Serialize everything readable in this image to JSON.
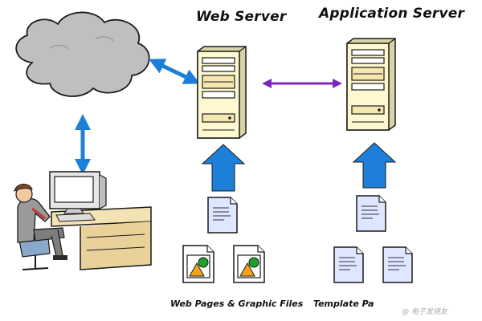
{
  "labels": {
    "web_server": "Web Server",
    "application_server": "Application Server",
    "web_files_caption": "Web Pages & Graphic Files",
    "template_caption": "Template Pa",
    "watermark": "@ 电子发烧友"
  },
  "colors": {
    "cloud": "#bfbfbf",
    "server_body": "#fdf8cf",
    "arrow_blue": "#1e7fd8",
    "arrow_purple": "#7b28b8",
    "document": "#dfe6ff",
    "desk": "#f3e2b4"
  },
  "icons": [
    "cloud-icon",
    "person-at-computer-icon",
    "web-server-icon",
    "application-server-icon",
    "document-icon",
    "graphic-file-icon"
  ]
}
